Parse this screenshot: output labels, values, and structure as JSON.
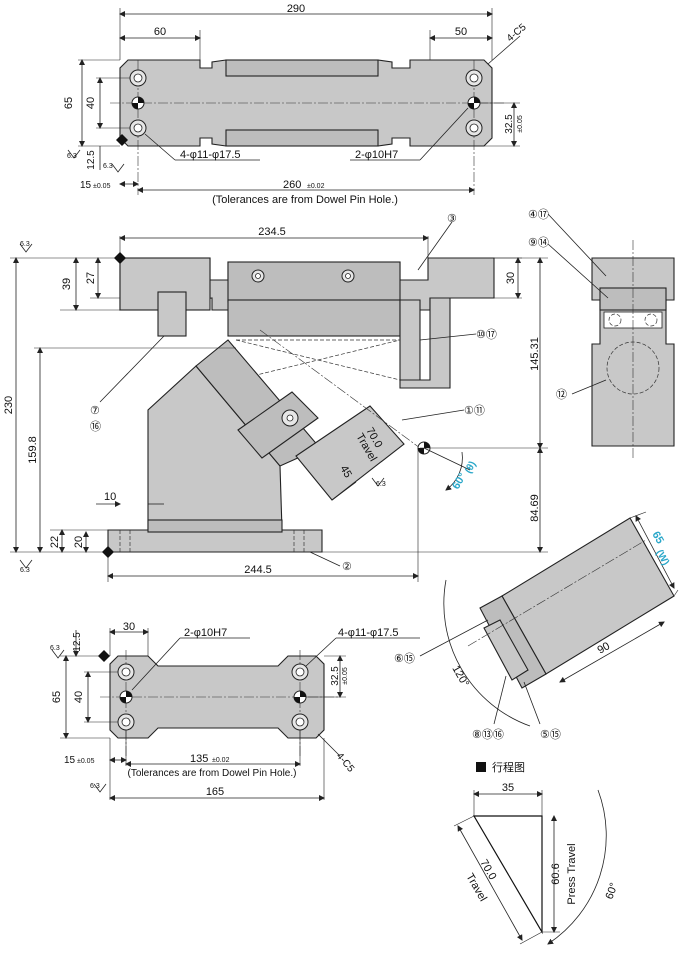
{
  "top_view": {
    "dim_290": "290",
    "dim_60": "60",
    "dim_50": "50",
    "chamfer": "4-C5",
    "dim_65": "65",
    "dim_40": "40",
    "dim_12_5": "12.5",
    "dim_32_5": "32.5",
    "tol_32_5": "±0.05",
    "dim_15": "15",
    "tol_15": "±0.05",
    "dim_260": "260",
    "tol_260": "±0.02",
    "note": "(Tolerances are from Dowel Pin Hole.)",
    "hole_large": "4-φ11-φ17.5",
    "hole_pin": "2-φ10H7",
    "rough_a": "6.3",
    "rough_b": "6.3"
  },
  "front_view": {
    "dim_234_5": "234.5",
    "dim_39": "39",
    "dim_27": "27",
    "dim_30": "30",
    "dim_230": "230",
    "dim_159_8": "159.8",
    "dim_145_31": "145.31",
    "dim_84_69": "84.69",
    "dim_10": "10",
    "dim_22": "22",
    "dim_20": "20",
    "dim_244_5": "244.5",
    "dim_45": "45",
    "travel_value": "70.0",
    "travel_word": "Travel",
    "angle": "60°",
    "angle_sym": "(θ)",
    "rough_top": "6.3",
    "rough_bottom": "6.3",
    "rough_mid": "6.3",
    "items": {
      "i3": "③",
      "i4_17": "④⑰",
      "i9_14": "⑨⑭",
      "i10_17": "⑩⑰",
      "i1_11": "①⑪",
      "i7": "⑦",
      "i16": "⑯",
      "i12": "⑫",
      "i2": "②"
    }
  },
  "detail_view": {
    "width": "65",
    "width_sym": "(W)",
    "dim_90": "90",
    "angle_120": "120°",
    "i6_15": "⑥⑮",
    "i8_13_16": "⑧⑬⑯",
    "i5_15": "⑤⑮"
  },
  "bottom_view": {
    "dim_30": "30",
    "hole_pin": "2-φ10H7",
    "hole_large": "4-φ11-φ17.5",
    "dim_12_5": "12.5",
    "dim_65": "65",
    "dim_40": "40",
    "dim_32_5": "32.5",
    "tol_32_5": "±0.05",
    "dim_15": "15",
    "tol_15": "±0.05",
    "dim_135": "135",
    "tol_135": "±0.02",
    "note": "(Tolerances are from Dowel Pin Hole.)",
    "chamfer": "4-C5",
    "dim_165": "165",
    "rough_a": "6.3",
    "rough_b": "6.3"
  },
  "stroke_diagram": {
    "title": "行程图",
    "dim_35": "35",
    "travel_value": "70.0",
    "travel_word": "Travel",
    "press_value": "60.6",
    "press_word": "Press Travel",
    "angle": "60°"
  }
}
